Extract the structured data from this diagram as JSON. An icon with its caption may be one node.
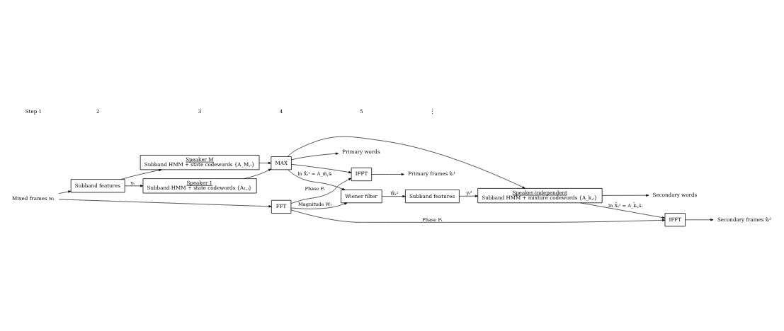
{
  "diagram": {
    "nodes": [
      {
        "text": [
          "Subband features"
        ]
      },
      {
        "text": [
          "Speaker 1",
          "Subband HMM + state codewords {A₁,ᵢ}"
        ]
      },
      {
        "text": [
          "Speaker M",
          "Subband HMM + state codewords {A_M,ᵢ}"
        ]
      },
      {
        "text": [
          "MAX"
        ]
      },
      {
        "text": [
          "Wiener filter"
        ]
      },
      {
        "text": [
          "Subband features"
        ]
      },
      {
        "text": [
          "Speaker-independent",
          "Subband HMM + mixture codewords {A_k,ᵢ}"
        ]
      },
      {
        "text": [
          "FFT"
        ]
      },
      {
        "text": [
          "IFFT"
        ]
      },
      {
        "text": [
          "IFFT"
        ]
      },
      {
        "text": [
          "Mixed frames wₜ"
        ]
      },
      {
        "text": [
          "Primary words"
        ]
      },
      {
        "text": [
          "Primary frames x̂ₜ¹"
        ]
      },
      {
        "text": [
          "Secondary words"
        ]
      },
      {
        "text": [
          "Secondary frames x̂ₜ²"
        ]
      }
    ],
    "edges": [
      {
        "from": 10,
        "to": 0,
        "arrow": "to"
      },
      {
        "from": 10,
        "to": 7,
        "arrow": "to"
      },
      {
        "from": 0,
        "to": 1,
        "arrow": "to",
        "label": "yₜ"
      },
      {
        "from": 0,
        "to": 2,
        "arrow": "to"
      },
      {
        "from": 1,
        "to": 3,
        "arrow": "to"
      },
      {
        "from": 2,
        "to": 3,
        "arrow": "to"
      },
      {
        "from": 3,
        "to": 4,
        "arrow": "to",
        "label": "ln X̂ₜ¹ = A_m̂,ŝₜ"
      },
      {
        "from": 3,
        "to": 8,
        "arrow": "to"
      },
      {
        "from": 3,
        "to": 11,
        "arrow": "to"
      },
      {
        "from": 3,
        "to": 6,
        "arrow": "to"
      },
      {
        "from": 4,
        "to": 5,
        "arrow": "to",
        "label": "Ŵₜ²"
      },
      {
        "from": 5,
        "to": 6,
        "arrow": "to",
        "label": "yₜ²"
      },
      {
        "from": 6,
        "to": 9,
        "arrow": "to",
        "label": "ln X̂ₜ² = A_k̂ₜ,ŝₜ"
      },
      {
        "from": 6,
        "to": 13,
        "arrow": "to"
      },
      {
        "from": 7,
        "to": 8,
        "arrow": "to",
        "label": "Phase Pₜ"
      },
      {
        "from": 7,
        "to": 4,
        "arrow": "to",
        "label": "Magnitude Wₜ"
      },
      {
        "from": 7,
        "to": 9,
        "arrow": "to",
        "label": "Phase Pₜ"
      },
      {
        "from": 8,
        "to": 12,
        "arrow": "to"
      },
      {
        "from": 9,
        "to": 14,
        "arrow": "to"
      }
    ],
    "labels": [
      "Step 1",
      "2",
      "3",
      "4",
      "5",
      "⋮"
    ]
  }
}
